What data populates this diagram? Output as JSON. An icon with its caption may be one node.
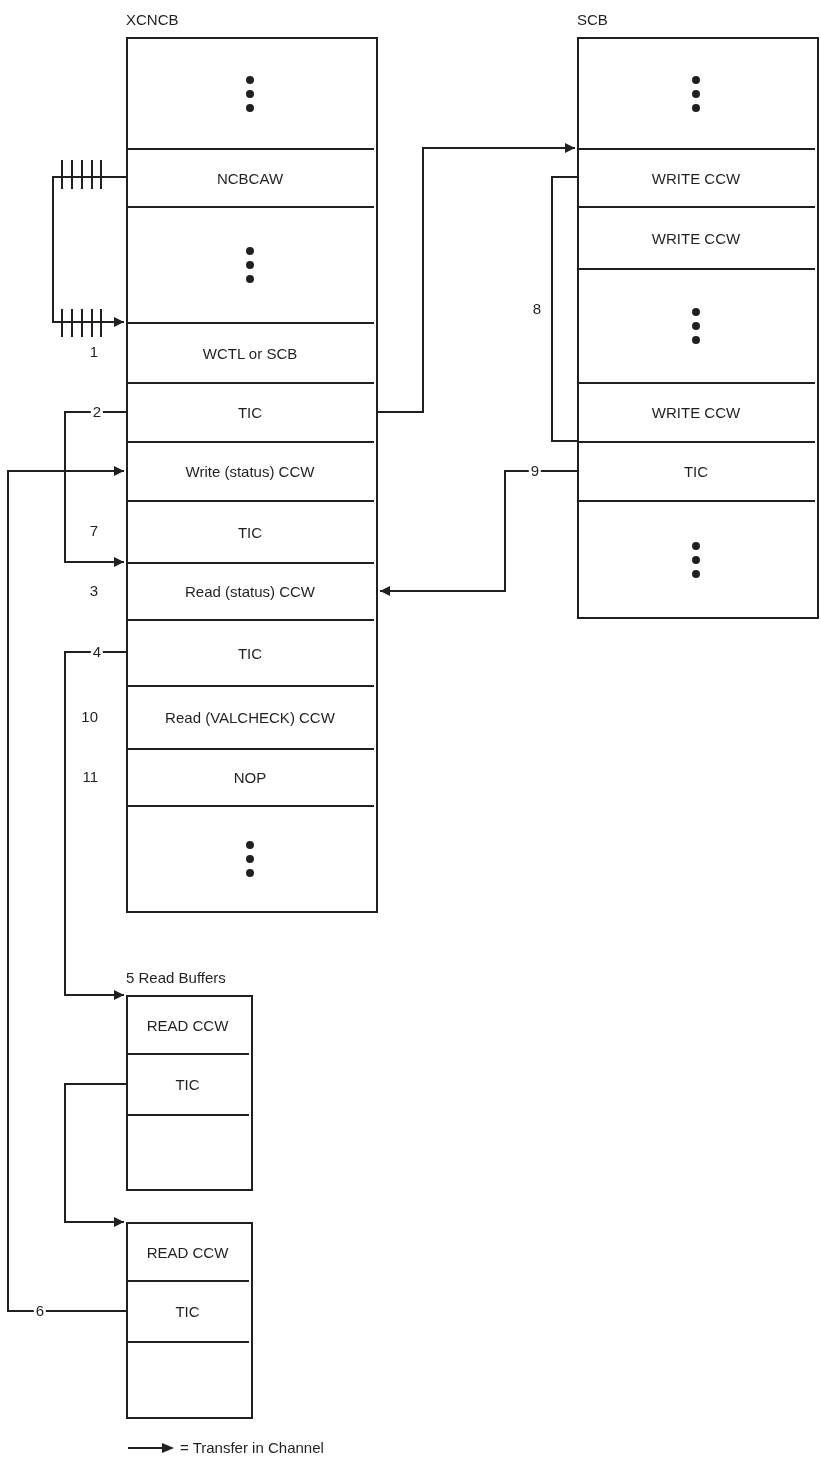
{
  "diagram": {
    "nodes": [
      {
        "text": [
          "XCNCB"
        ]
      },
      {
        "text": [],
        "shape": "box",
        "in": 0
      },
      {
        "text": [
          "NCBCAW"
        ],
        "in": 0
      },
      {
        "text": [],
        "shape": "box",
        "in": 0
      },
      {
        "text": [
          "WCTL or SCB"
        ],
        "in": 0,
        "beside": [
          "1"
        ]
      },
      {
        "text": [
          "TIC"
        ],
        "in": 0
      },
      {
        "text": [
          "Write (status) CCW"
        ],
        "in": 0
      },
      {
        "text": [
          "TIC"
        ],
        "in": 0,
        "beside": [
          "7"
        ]
      },
      {
        "text": [
          "Read (status) CCW"
        ],
        "in": 0,
        "beside": [
          "3"
        ]
      },
      {
        "text": [
          "TIC"
        ],
        "in": 0
      },
      {
        "text": [
          "Read (VALCHECK) CCW"
        ],
        "in": 0,
        "beside": [
          "10"
        ]
      },
      {
        "text": [
          "NOP"
        ],
        "in": 0,
        "beside": [
          "11"
        ]
      },
      {
        "text": [],
        "shape": "box",
        "in": 0
      },
      {
        "text": [
          "SCB"
        ]
      },
      {
        "text": [],
        "shape": "box",
        "in": 13
      },
      {
        "text": [
          "WRITE CCW"
        ],
        "in": 13
      },
      {
        "text": [
          "WRITE CCW"
        ],
        "in": 13
      },
      {
        "text": [],
        "shape": "box",
        "in": 13
      },
      {
        "text": [
          "WRITE CCW"
        ],
        "in": 13
      },
      {
        "text": [
          "TIC"
        ],
        "in": 13
      },
      {
        "text": [],
        "shape": "box",
        "in": 13
      },
      {
        "text": [
          "5 Read Buffers"
        ]
      },
      {
        "text": [
          "READ CCW"
        ],
        "in": 21
      },
      {
        "text": [
          "TIC"
        ],
        "in": 21
      },
      {
        "text": [],
        "shape": "box",
        "in": 21
      },
      {
        "text": [],
        "shape": "box"
      },
      {
        "text": [
          "READ CCW"
        ],
        "in": 25
      },
      {
        "text": [
          "TIC"
        ],
        "in": 25
      },
      {
        "text": [],
        "shape": "box",
        "in": 25
      }
    ],
    "edges": [
      {
        "from": 2,
        "to": 4,
        "arrow": "to"
      },
      {
        "from": 5,
        "to": 15,
        "arrow": "to"
      },
      {
        "from": 5,
        "to": 8,
        "arrow": "to",
        "label": "2"
      },
      {
        "from": 19,
        "to": 8,
        "arrow": "to",
        "label": "9"
      },
      {
        "from": 9,
        "to": 22,
        "arrow": "to",
        "label": "4"
      },
      {
        "from": 23,
        "to": 26,
        "arrow": "to"
      },
      {
        "from": 27,
        "to": 6,
        "arrow": "to",
        "label": "6"
      },
      {
        "from": 15,
        "to": 18,
        "arrow": "none",
        "label": "8"
      }
    ],
    "legend": [
      {
        "text": "= Transfer in Channel"
      }
    ]
  }
}
